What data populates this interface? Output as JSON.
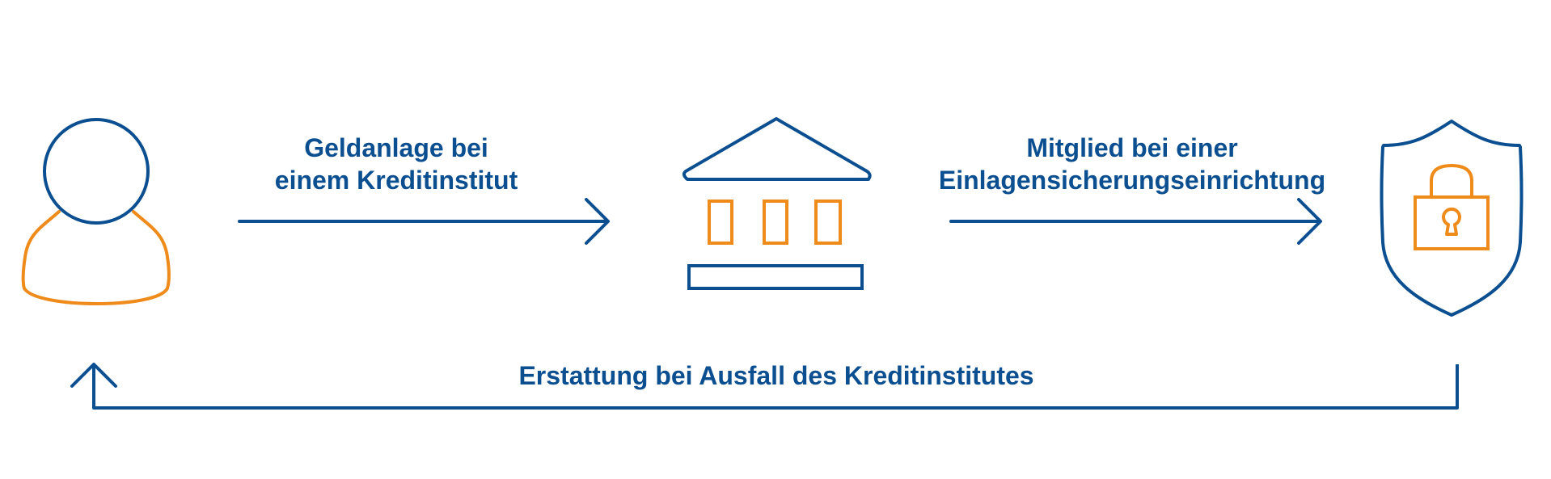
{
  "colors": {
    "blue": "#0b4f91",
    "orange": "#ee8b1a",
    "background": "#ffffff"
  },
  "icons": {
    "person": "person-icon",
    "bank": "bank-icon",
    "shield": "shield-lock-icon"
  },
  "flows": {
    "deposit": {
      "line1": "Geldanlage bei",
      "line2": "einem Kreditinstitut"
    },
    "membership": {
      "line1": "Mitglied bei einer",
      "line2": "Einlagensicherungseinrichtung"
    },
    "refund": {
      "label": "Erstattung bei Ausfall des Kreditinstitutes"
    }
  }
}
